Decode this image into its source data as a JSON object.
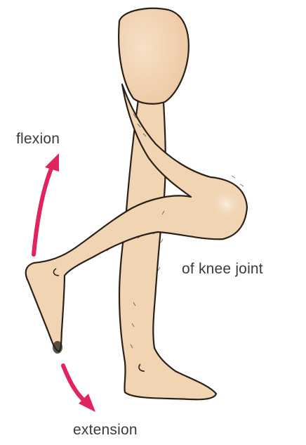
{
  "labels": {
    "flexion": "flexion",
    "joint": "of knee joint",
    "extension": "extension"
  },
  "colors": {
    "skin": "#f1d4b2",
    "outline": "#2a2018",
    "arrow": "#e0245e",
    "text": "#3a3a3a"
  },
  "icons": {
    "flexion_arrow": "curved-up-arrow",
    "extension_arrow": "down-right-arrow"
  }
}
